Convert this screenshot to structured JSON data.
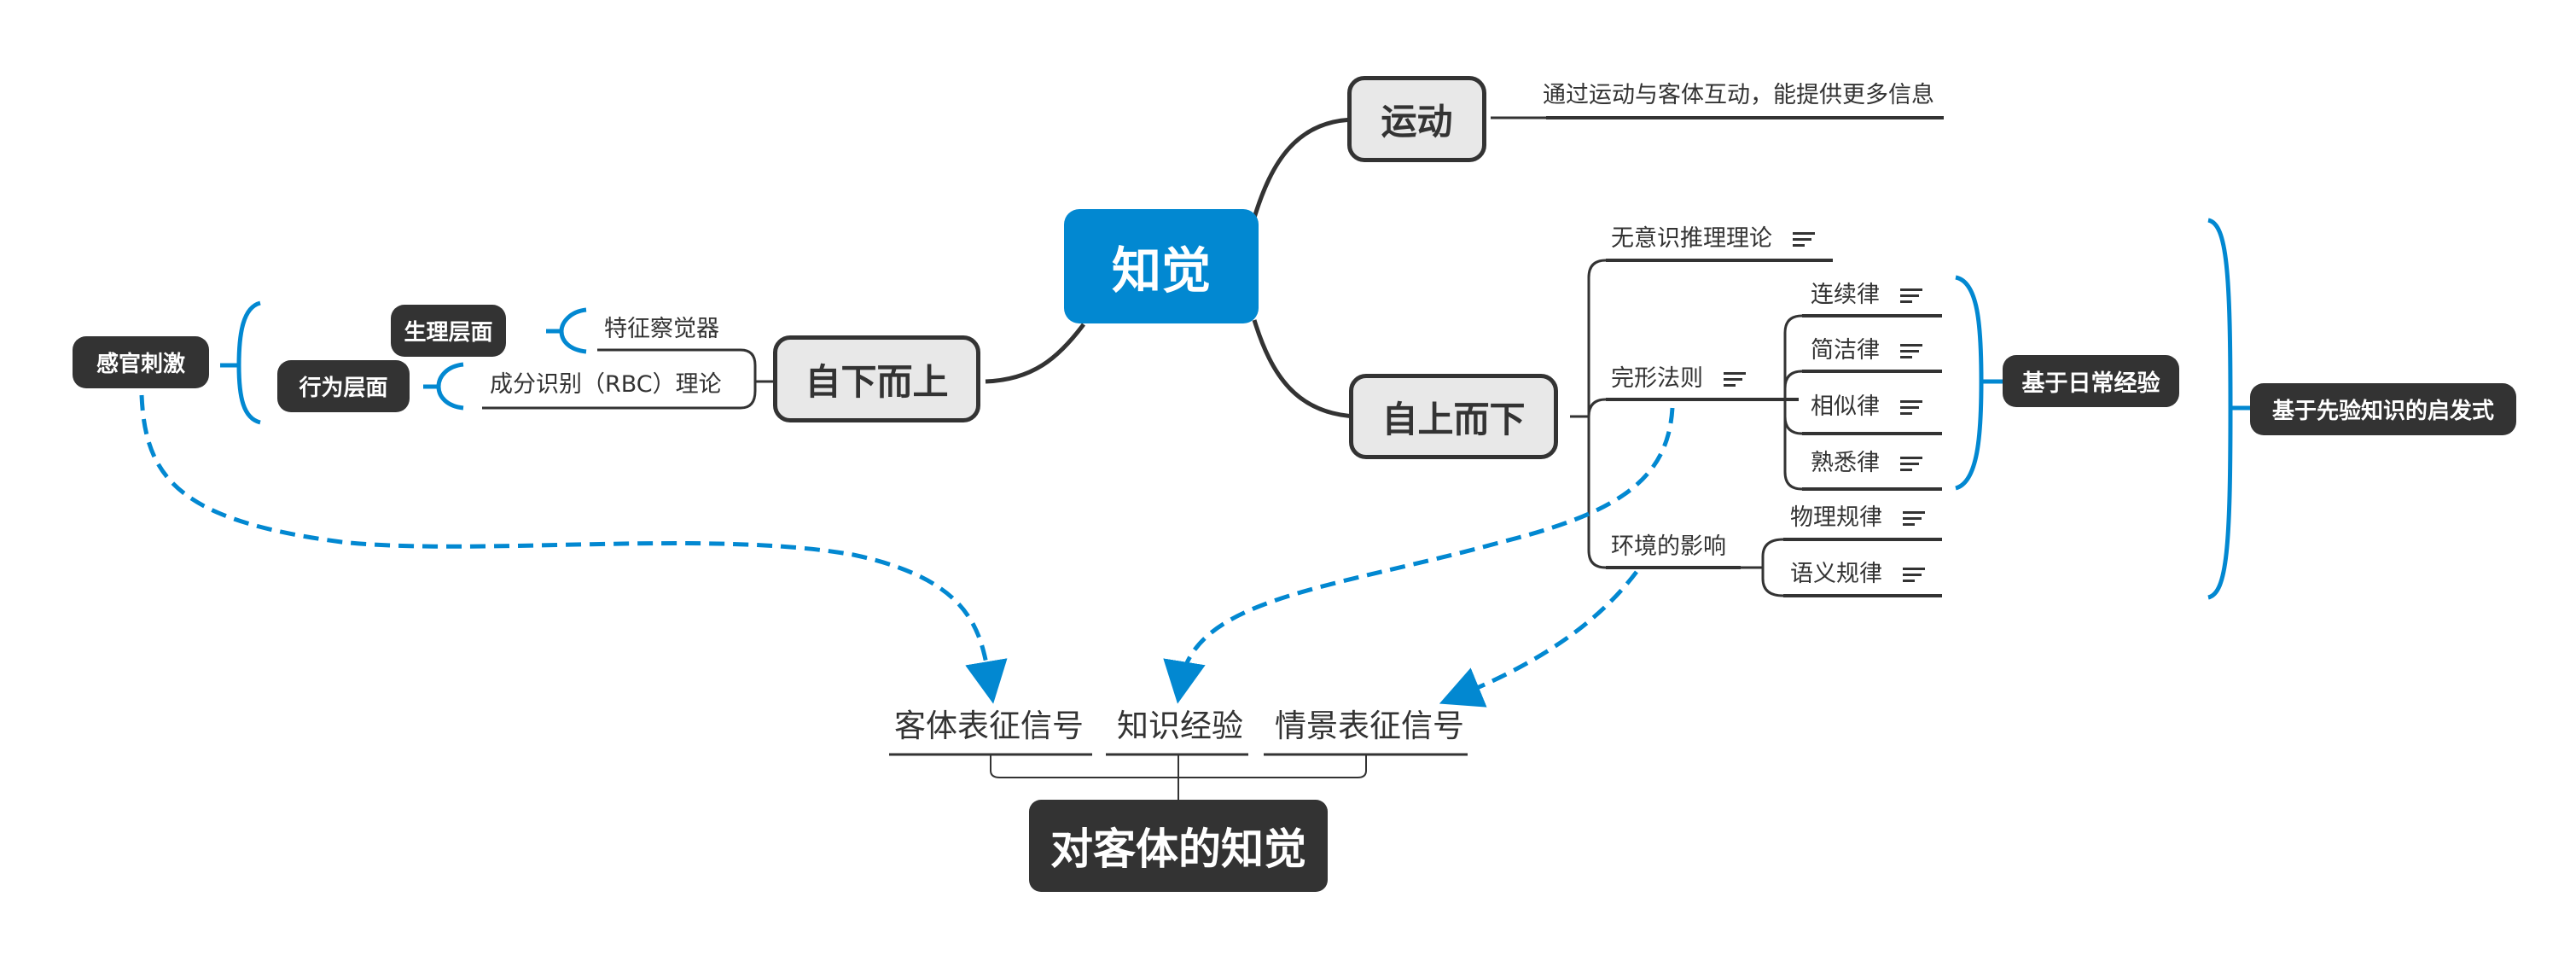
{
  "central_topic": "知觉",
  "branches": {
    "motion": {
      "title": "运动",
      "description": "通过运动与客体互动，能提供更多信息"
    },
    "top_down": {
      "title": "自上而下",
      "children": [
        {
          "label": "无意识推理理论",
          "has_note": true
        },
        {
          "label": "完形法则",
          "has_note": true,
          "children": [
            {
              "label": "连续律",
              "has_note": true
            },
            {
              "label": "简洁律",
              "has_note": true
            },
            {
              "label": "相似律",
              "has_note": true
            },
            {
              "label": "熟悉律",
              "has_note": true
            }
          ]
        },
        {
          "label": "环境的影响",
          "has_note": false,
          "children": [
            {
              "label": "物理规律",
              "has_note": true
            },
            {
              "label": "语义规律",
              "has_note": true
            }
          ]
        }
      ],
      "summaries": [
        {
          "label": "基于日常经验",
          "covers": "完形法则 subtopics"
        },
        {
          "label": "基于先验知识的启发式",
          "covers": "自上而下 subtopics"
        }
      ]
    },
    "bottom_up": {
      "title": "自下而上",
      "children": [
        {
          "label": "特征察觉器",
          "summary": "生理层面"
        },
        {
          "label": "成分识别（RBC）理论",
          "summary": "行为层面"
        }
      ],
      "summary": "感官刺激"
    }
  },
  "floating_topic": {
    "title": "对客体的知觉",
    "children": [
      "客体表征信号",
      "知识经验",
      "情景表征信号"
    ]
  },
  "relationships": [
    {
      "from": "感官刺激",
      "to": "客体表征信号"
    },
    {
      "from": "完形法则",
      "to": "知识经验"
    },
    {
      "from": "环境的影响",
      "to": "情景表征信号"
    }
  ],
  "colors": {
    "accent": "#0288d1",
    "dark_node": "#333333",
    "main_node_fill": "#e8e8e8",
    "line": "#333333",
    "background": "#ffffff"
  }
}
